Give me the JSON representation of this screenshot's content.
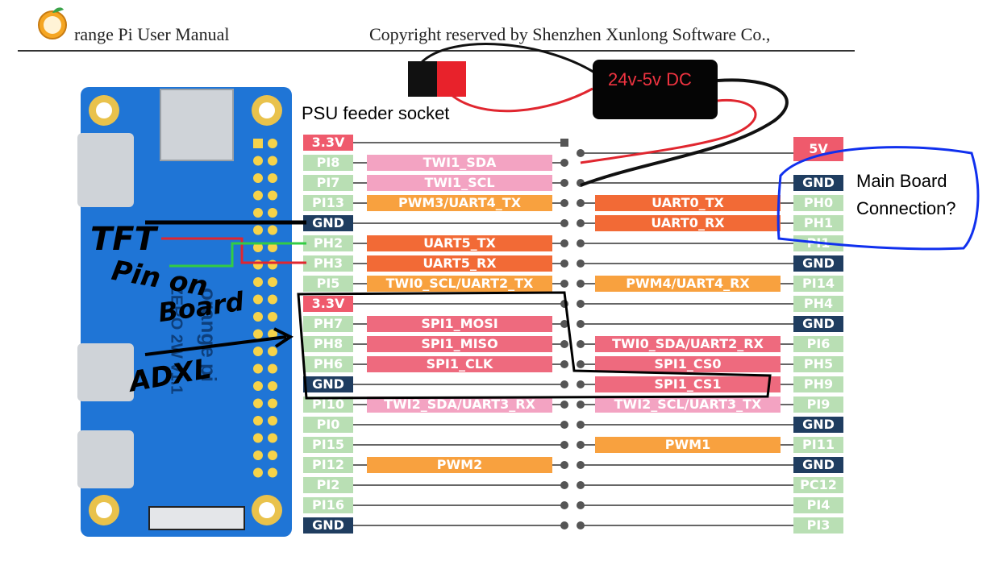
{
  "header": {
    "title": "range Pi User Manual",
    "copyright": "Copyright reserved by Shenzhen Xunlong Software Co.,"
  },
  "annotations": {
    "psu_socket": "PSU feeder socket",
    "converter": "24v-5v DC",
    "main_board_line1": "Main Board",
    "main_board_line2": "Connection?",
    "tft": "TFT",
    "pin_on": "Pin on",
    "board": "Board",
    "adxl": "ADXL"
  },
  "board": {
    "name": "orange pi",
    "model": "ZERO 2W v1.1"
  },
  "left_pins": [
    "3.3V",
    "PI8",
    "PI7",
    "PI13",
    "GND",
    "PH2",
    "PH3",
    "PI5",
    "3.3V",
    "PH7",
    "PH8",
    "PH6",
    "GND",
    "PI10",
    "PI0",
    "PI15",
    "PI12",
    "PI2",
    "PI16",
    "GND"
  ],
  "left_funcs": [
    "",
    "TWI1_SDA",
    "TWI1_SCL",
    "PWM3/UART4_TX",
    "",
    "UART5_TX",
    "UART5_RX",
    "TWI0_SCL/UART2_TX",
    "",
    "SPI1_MOSI",
    "SPI1_MISO",
    "SPI1_CLK",
    "",
    "TWI2_SDA/UART3_RX",
    "",
    "",
    "PWM2",
    "",
    "",
    ""
  ],
  "right_pins": [
    "5V",
    "GND",
    "PH0",
    "PH1",
    "PI1",
    "GND",
    "PI14",
    "PH4",
    "GND",
    "PI6",
    "PH5",
    "PH9",
    "PI9",
    "GND",
    "PI11",
    "GND",
    "PC12",
    "PI4",
    "PI3"
  ],
  "right_funcs": [
    "",
    "",
    "UART0_TX",
    "UART0_RX",
    "",
    "",
    "PWM4/UART4_RX",
    "",
    "",
    "TWI0_SDA/UART2_RX",
    "SPI1_CS0",
    "SPI1_CS1",
    "TWI2_SCL/UART3_TX",
    "",
    "PWM1",
    "",
    "",
    "",
    ""
  ],
  "colors": {
    "power": "#ef5a6c",
    "gnd": "#1f3d60",
    "gpio": "#b9dfb4",
    "twi": "#f3a3c2",
    "uart": "#f26a36",
    "pwm": "#f8a13f",
    "spi": "#ee6a7e",
    "board_blue": "#1f75d6",
    "annotation_blue": "#1030ee"
  }
}
